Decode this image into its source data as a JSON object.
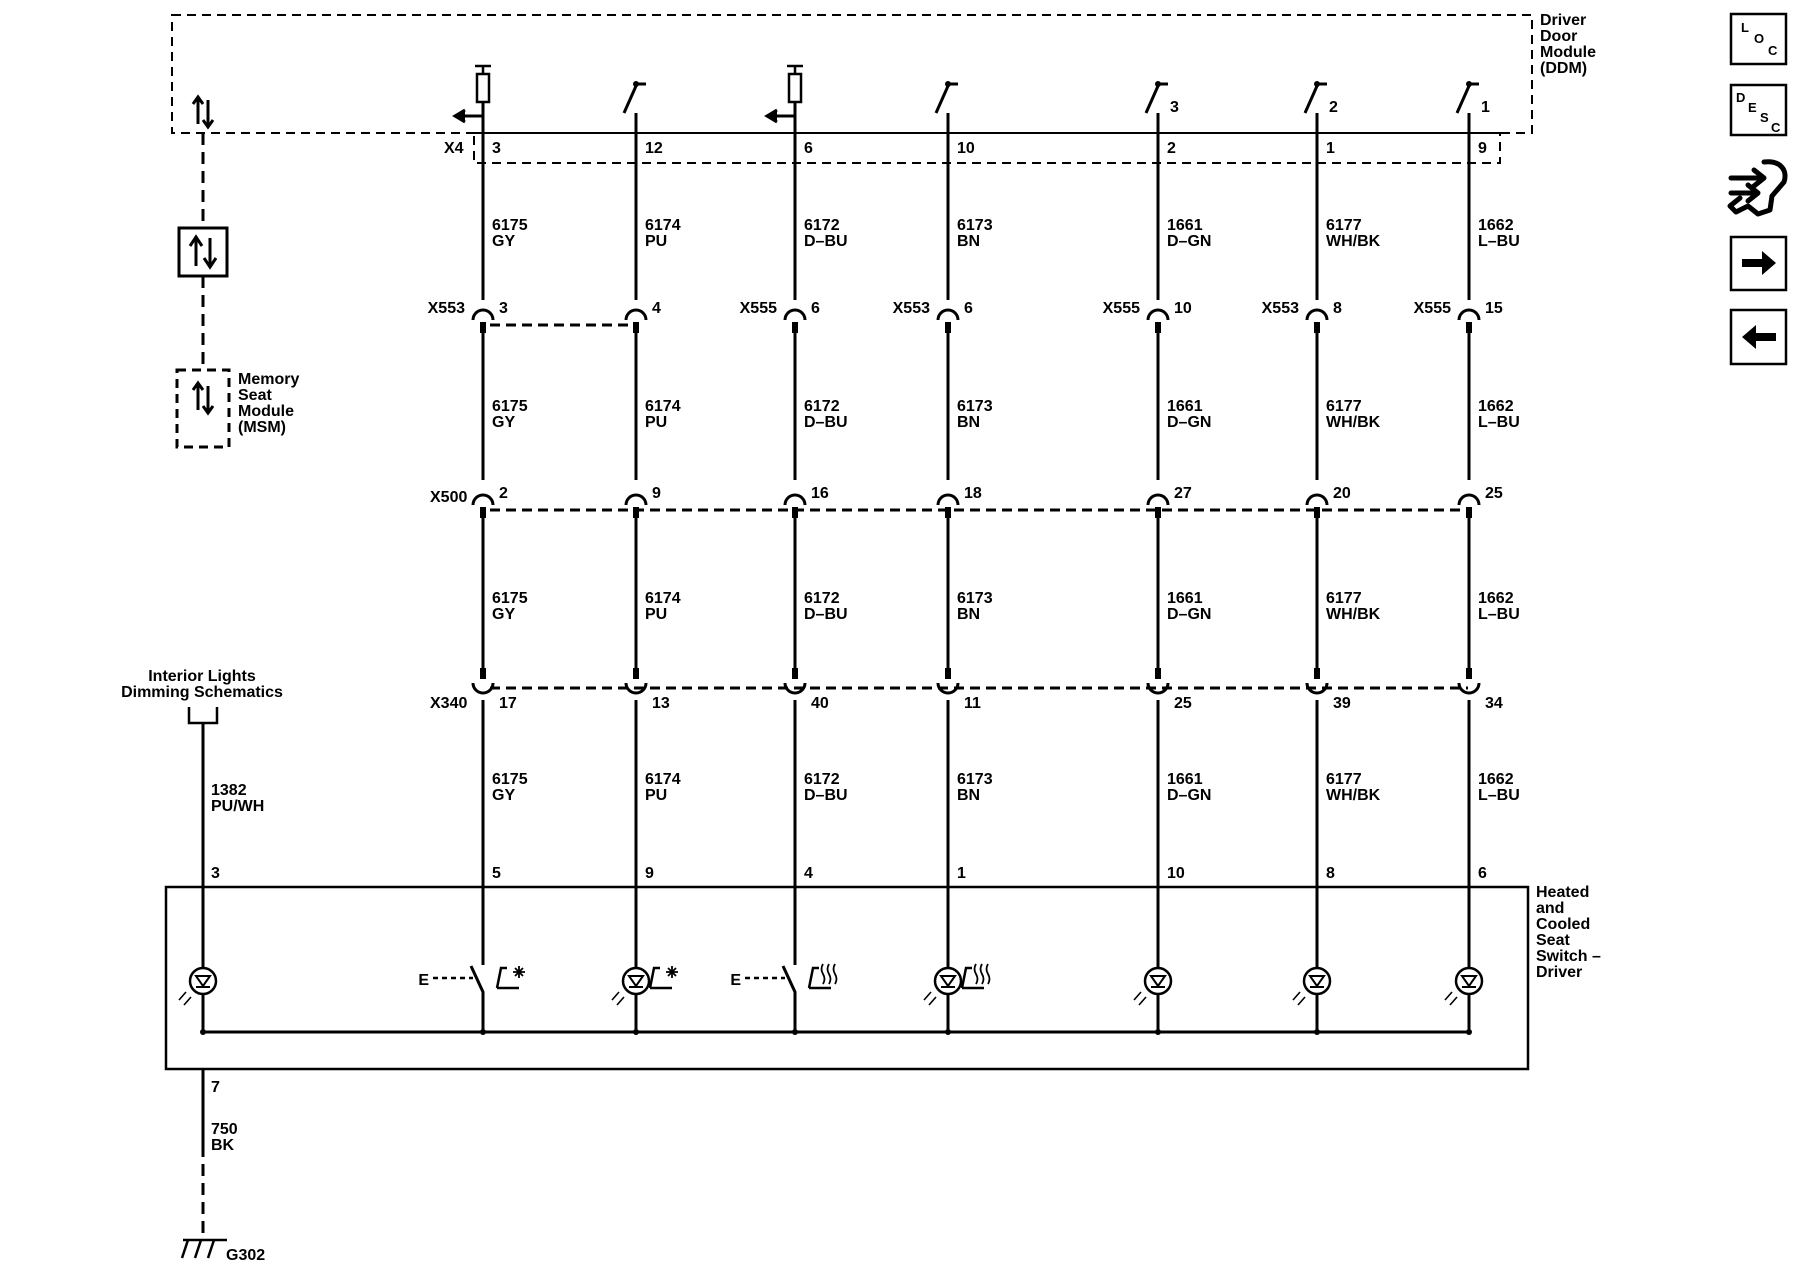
{
  "modules": {
    "ddm": [
      "Driver",
      "Door",
      "Module",
      "(DDM)"
    ],
    "msm": [
      "Memory",
      "Seat",
      "Module",
      "(MSM)"
    ],
    "switch": [
      "Heated",
      "and",
      "Cooled",
      "Seat",
      "Switch –",
      "Driver"
    ],
    "interior_lights": [
      "Interior Lights",
      "Dimming Schematics"
    ]
  },
  "connectors": {
    "ddm": "X4",
    "x553": "X553",
    "x555": "X555",
    "x500": "X500",
    "x340": "X340"
  },
  "circuits": [
    {
      "id": "c1",
      "ddm_pin": "3",
      "r1_conn": "X553",
      "r1_pin": "3",
      "x500_pin": "2",
      "x340_pin": "17",
      "sw_pin": "5",
      "circuit": "6175",
      "color": "GY"
    },
    {
      "id": "c2",
      "ddm_pin": "12",
      "r1_conn": "",
      "r1_pin": "4",
      "x500_pin": "9",
      "x340_pin": "13",
      "sw_pin": "9",
      "circuit": "6174",
      "color": "PU"
    },
    {
      "id": "c3",
      "ddm_pin": "6",
      "r1_conn": "X555",
      "r1_pin": "6",
      "x500_pin": "16",
      "x340_pin": "40",
      "sw_pin": "4",
      "circuit": "6172",
      "color": "D–BU"
    },
    {
      "id": "c4",
      "ddm_pin": "10",
      "r1_conn": "X553",
      "r1_pin": "6",
      "x500_pin": "18",
      "x340_pin": "11",
      "sw_pin": "1",
      "circuit": "6173",
      "color": "BN"
    },
    {
      "id": "c5",
      "ddm_pin": "2",
      "r1_conn": "X555",
      "r1_pin": "10",
      "x500_pin": "27",
      "x340_pin": "25",
      "sw_pin": "10",
      "circuit": "1661",
      "color": "D–GN",
      "ddm_switch_num": "3"
    },
    {
      "id": "c6",
      "ddm_pin": "1",
      "r1_conn": "X553",
      "r1_pin": "8",
      "x500_pin": "20",
      "x340_pin": "39",
      "sw_pin": "8",
      "circuit": "6177",
      "color": "WH/BK",
      "ddm_switch_num": "2"
    },
    {
      "id": "c7",
      "ddm_pin": "9",
      "r1_conn": "X555",
      "r1_pin": "15",
      "x500_pin": "25",
      "x340_pin": "34",
      "sw_pin": "6",
      "circuit": "1662",
      "color": "L–BU",
      "ddm_switch_num": "1"
    }
  ],
  "lighting_wire": {
    "circuit": "1382",
    "color": "PU/WH",
    "pin": "3"
  },
  "ground_wire": {
    "circuit": "750",
    "color": "BK",
    "pin": "7"
  },
  "ground": "G302",
  "e_label": "E",
  "nav": {
    "loc": [
      "L",
      "O",
      "C"
    ],
    "desc": [
      "D",
      "E",
      "S",
      "C"
    ]
  }
}
